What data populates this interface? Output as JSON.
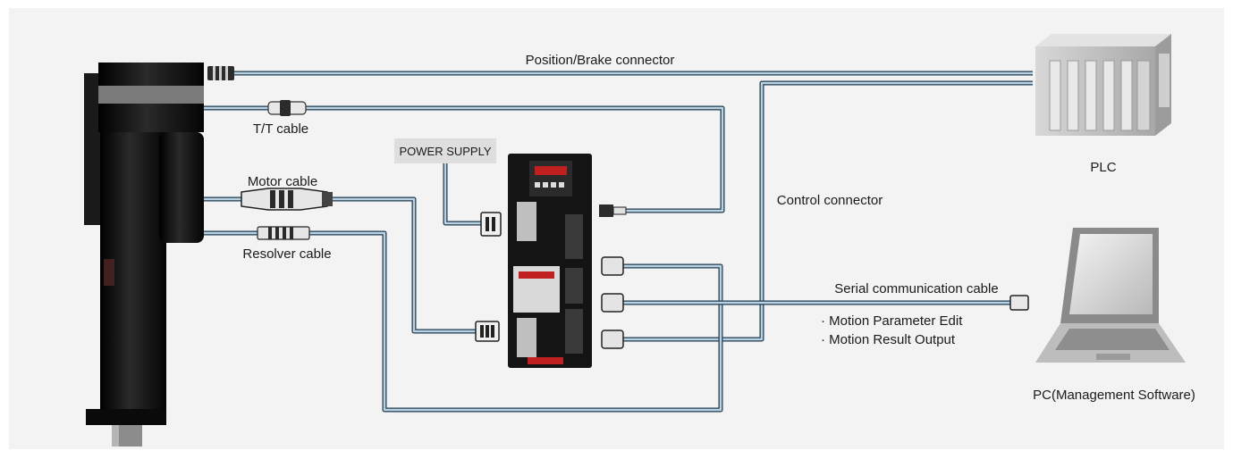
{
  "diagram": {
    "labels": {
      "position_brake": "Position/Brake connector",
      "tt_cable": "T/T cable",
      "motor_cable": "Motor cable",
      "resolver_cable": "Resolver cable",
      "power_supply": "POWER SUPPLY",
      "control_connector": "Control connector",
      "serial_cable": "Serial communication cable",
      "bullet_param": "· Motion Parameter Edit",
      "bullet_result": "· Motion Result Output",
      "plc": "PLC",
      "pc": "PC(Management Software)"
    },
    "colors": {
      "background_panel": "#f3f3f3",
      "cable_fill": "#b9d3e3",
      "cable_edge": "#1e3a4d",
      "actuator_body": "#141414",
      "plc_gray": "#c3c3c3"
    }
  }
}
